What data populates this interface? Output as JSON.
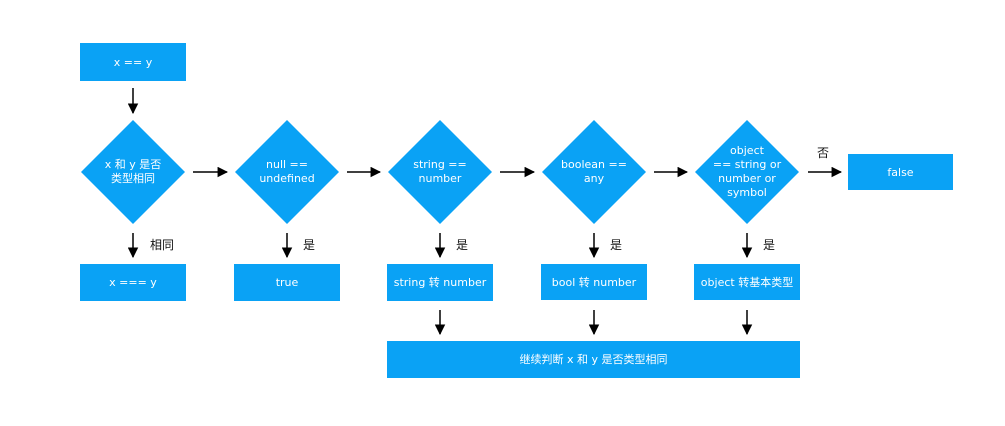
{
  "diagram": {
    "start": "x == y",
    "decisions": [
      "x 和 y 是否\n类型相同",
      "null ==\nundefined",
      "string ==\nnumber",
      "boolean ==\nany",
      "object\n== string or\nnumber or\nsymbol"
    ],
    "results": [
      "x === y",
      "true",
      "string 转 number",
      "bool 转 number",
      "object 转基本类型"
    ],
    "false_box": "false",
    "bottom_box": "继续判断 x 和 y 是否类型相同",
    "edge_labels": {
      "same_type": "相同",
      "yes": "是",
      "no": "否"
    },
    "colors": {
      "node": "#0aa2f5",
      "arrow": "#000000"
    }
  }
}
